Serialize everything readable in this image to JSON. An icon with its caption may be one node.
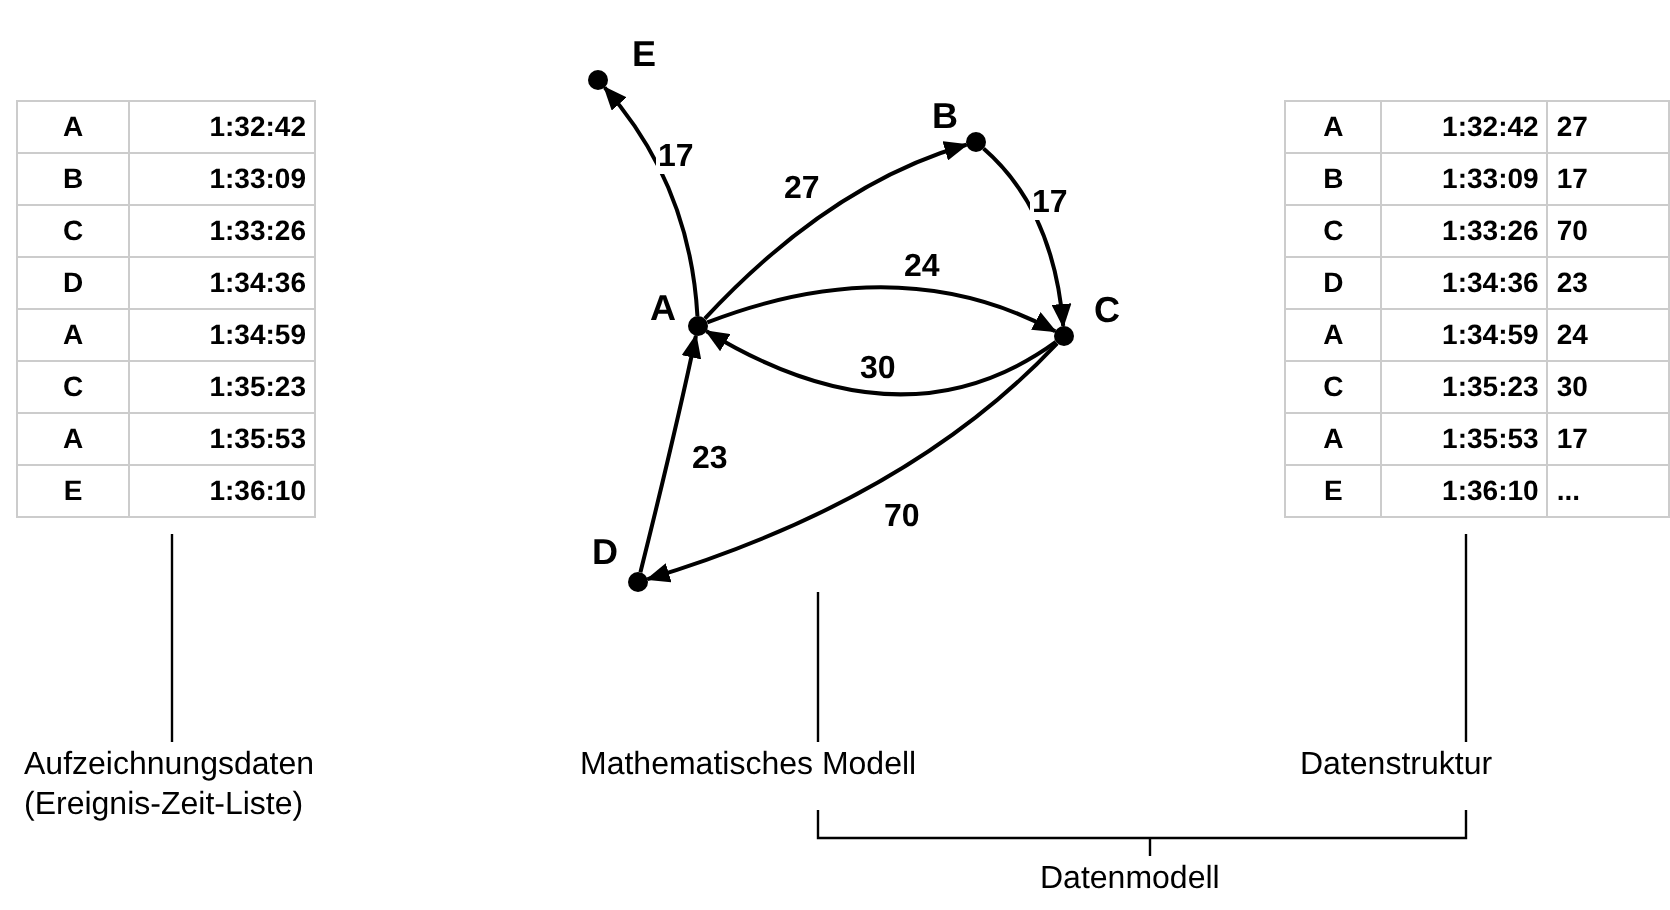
{
  "diagram": {
    "nodes": [
      {
        "text": [
          "E"
        ]
      },
      {
        "text": [
          "B"
        ]
      },
      {
        "text": [
          "A"
        ]
      },
      {
        "text": [
          "C"
        ]
      },
      {
        "text": [
          "D"
        ]
      },
      {
        "text": [
          "Aufzeichnungsdaten (Ereignis-Zeit-Liste)"
        ]
      },
      {
        "text": [
          "Mathematisches Modell"
        ]
      },
      {
        "text": [
          "Datenstruktur"
        ]
      }
    ],
    "edges": [
      {
        "from": 2,
        "to": 0,
        "arrow": "to",
        "label": "17"
      },
      {
        "from": 2,
        "to": 1,
        "arrow": "to",
        "label": "27"
      },
      {
        "from": 1,
        "to": 3,
        "arrow": "to",
        "label": "17"
      },
      {
        "from": 2,
        "to": 3,
        "arrow": "to",
        "label": "24"
      },
      {
        "from": 3,
        "to": 2,
        "arrow": "to",
        "label": "30"
      },
      {
        "from": 3,
        "to": 4,
        "arrow": "to",
        "label": "70"
      },
      {
        "from": 4,
        "to": 2,
        "arrow": "to",
        "label": "23"
      },
      {
        "from": 5,
        "to": null,
        "arrow": "none"
      },
      {
        "from": 6,
        "to": null,
        "arrow": "none"
      },
      {
        "from": 7,
        "to": null,
        "arrow": "none"
      }
    ],
    "labels": [
      "A",
      "1:32:42",
      "B",
      "1:33:09",
      "C",
      "1:33:26",
      "D",
      "1:34:36",
      "A",
      "1:34:59",
      "C",
      "1:35:23",
      "A",
      "1:35:53",
      "E",
      "1:36:10",
      "A",
      "1:32:42",
      "27",
      "B",
      "1:33:09",
      "17",
      "C",
      "1:33:26",
      "70",
      "D",
      "1:34:36",
      "23",
      "A",
      "1:34:59",
      "24",
      "C",
      "1:35:23",
      "30",
      "A",
      "1:35:53",
      "17",
      "E",
      "1:36:10",
      "...",
      "Datenmodell"
    ]
  }
}
